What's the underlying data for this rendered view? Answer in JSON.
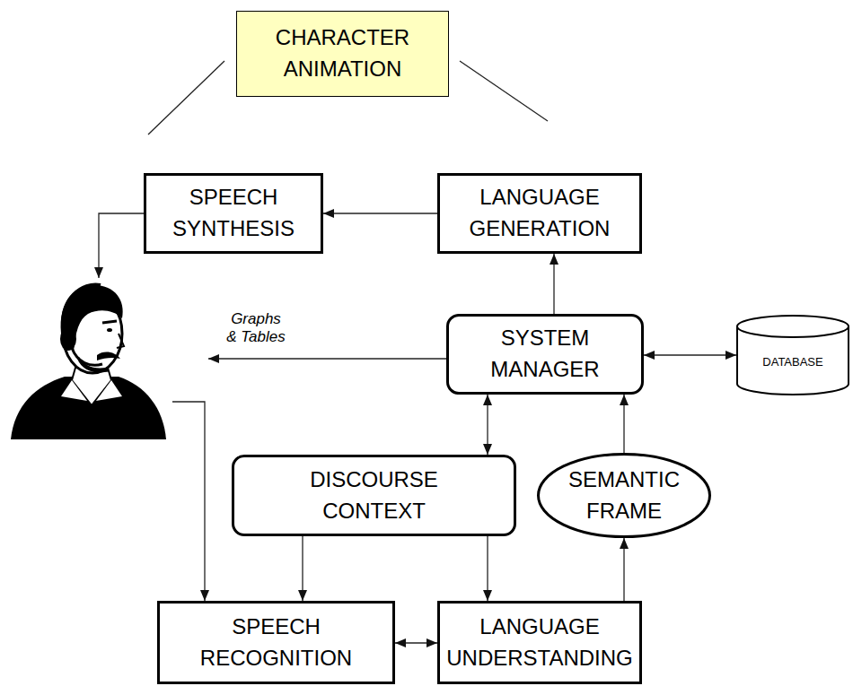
{
  "diagram": {
    "nodes": [
      {
        "text": [
          "CHARACTER ANIMATION"
        ]
      },
      {
        "text": [
          "SPEECH SYNTHESIS"
        ]
      },
      {
        "text": [
          "LANGUAGE GENERATION"
        ]
      },
      {
        "text": [
          "SYSTEM MANAGER"
        ]
      },
      {
        "text": [
          "DATABASE"
        ]
      },
      {
        "text": [
          "DISCOURSE CONTEXT"
        ]
      },
      {
        "text": [
          "SEMANTIC FRAME"
        ]
      },
      {
        "text": [
          "SPEECH RECOGNITION"
        ]
      },
      {
        "text": [
          "LANGUAGE UNDERSTANDING"
        ]
      }
    ],
    "edges": [
      {
        "from": 2,
        "to": 1,
        "arrow": "to"
      },
      {
        "from": 3,
        "to": 2,
        "arrow": "to"
      },
      {
        "from": 3,
        "to": 4,
        "arrow": "both"
      },
      {
        "from": 3,
        "to": 5,
        "arrow": "both"
      },
      {
        "from": 6,
        "to": 3,
        "arrow": "to"
      },
      {
        "from": 8,
        "to": 6,
        "arrow": "to"
      },
      {
        "from": 5,
        "to": 7,
        "arrow": "to"
      },
      {
        "from": 5,
        "to": 8,
        "arrow": "to"
      },
      {
        "from": 7,
        "to": 8,
        "arrow": "both"
      }
    ],
    "labels": [
      "Graphs & Tables"
    ]
  }
}
